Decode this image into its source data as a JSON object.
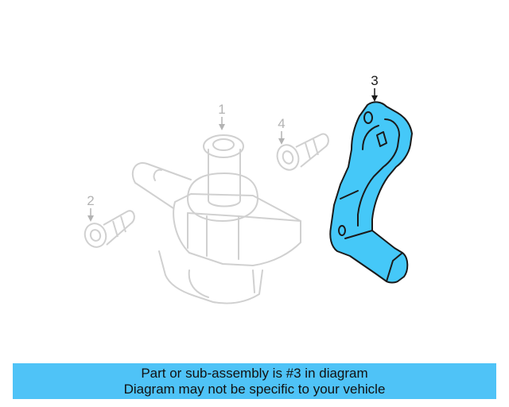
{
  "callouts": {
    "part1": "1",
    "part2": "2",
    "part3": "3",
    "part4": "4"
  },
  "caption": {
    "line1": "Part or sub-assembly is #3 in diagram",
    "line2": "Diagram may not be specific to your vehicle"
  },
  "colors": {
    "highlight_fill": "#45c8f8",
    "banner": "#4fc3f7",
    "outline_dark": "#1a1a1a",
    "outline_faded": "#d0d0d0",
    "callout_faded": "#b3b3b3"
  }
}
